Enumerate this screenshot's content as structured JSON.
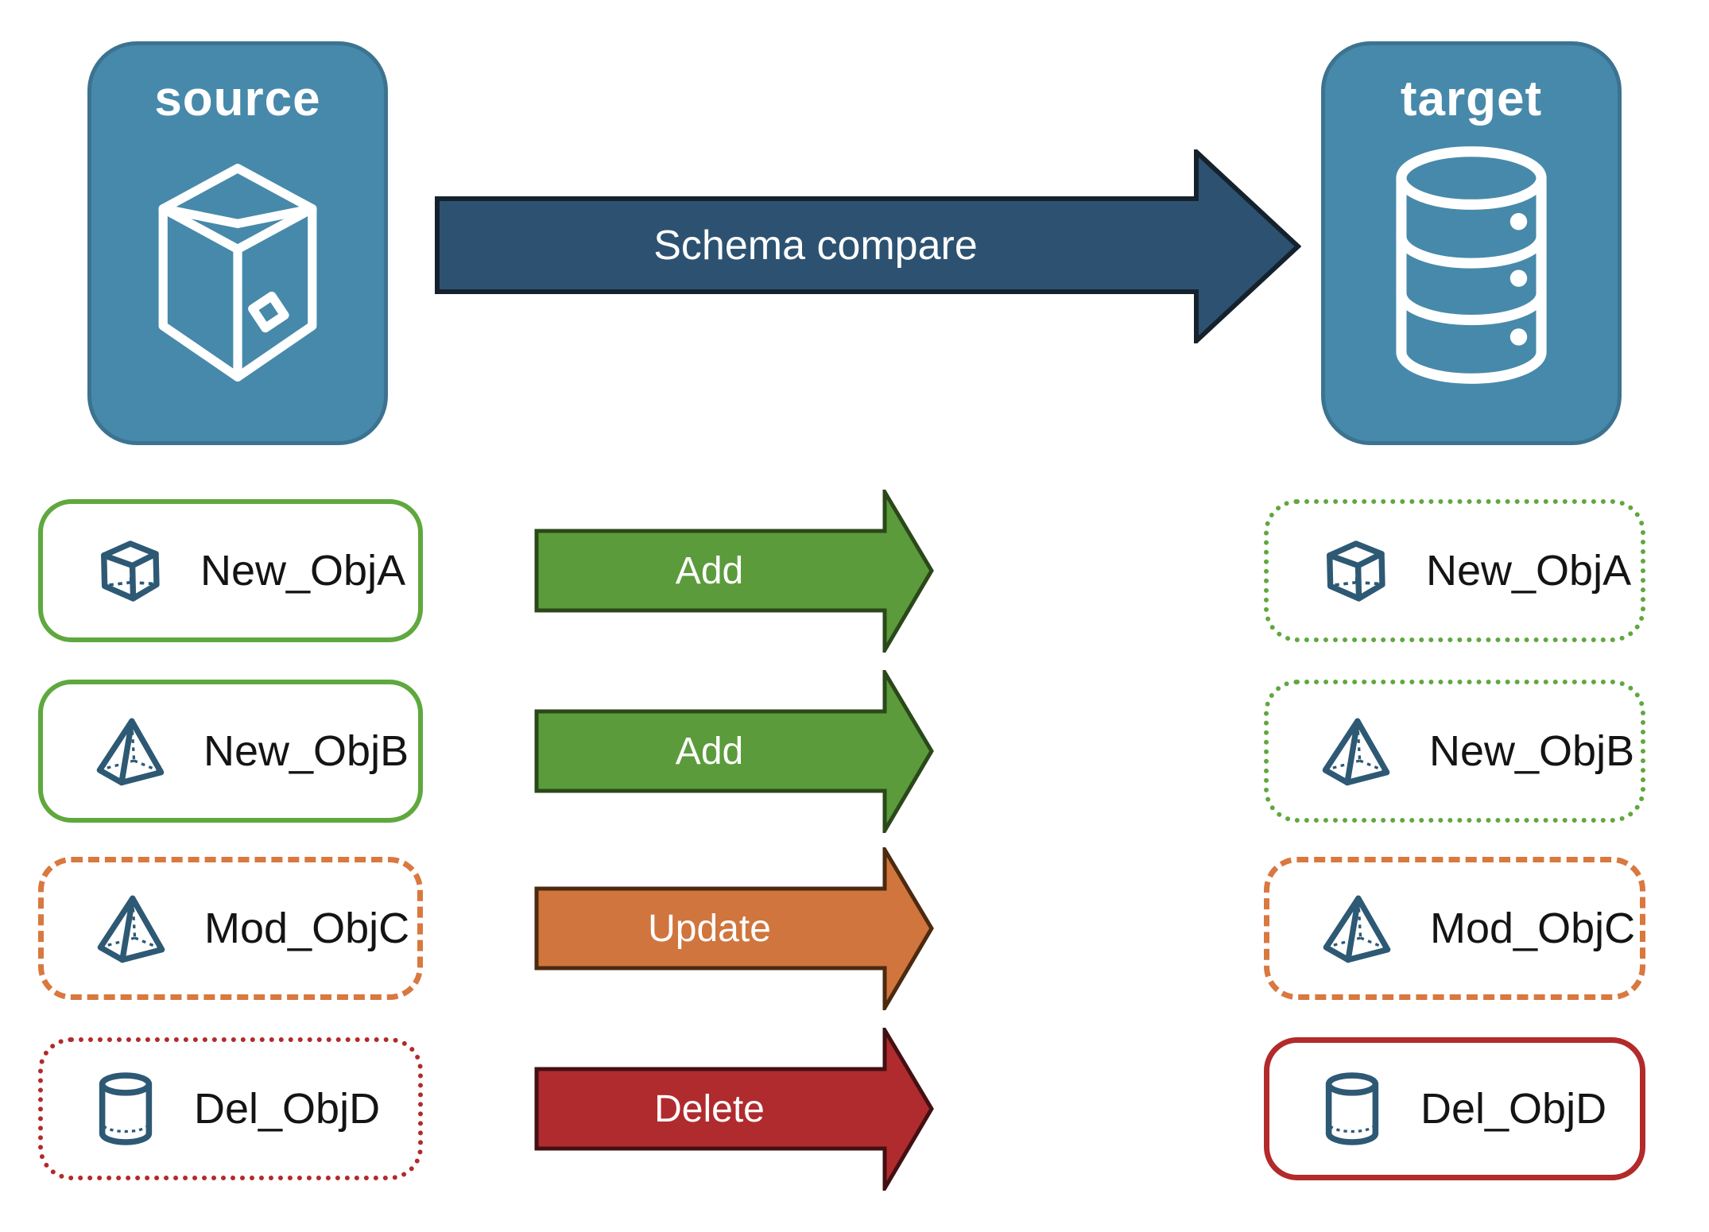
{
  "diagram": {
    "source_node": {
      "label": "source",
      "icon": "package-box-icon",
      "fill": "#4789aa"
    },
    "target_node": {
      "label": "target",
      "icon": "database-icon",
      "fill": "#4789aa"
    },
    "compare_arrow": {
      "label": "Schema compare",
      "fill": "#2d5271"
    },
    "rows": [
      {
        "action": "Add",
        "arrow_color": "#5b9b3b",
        "left": {
          "label": "New_ObjA",
          "icon": "cube-icon",
          "border_style": "solid",
          "border_color": "#5fa83e"
        },
        "right": {
          "label": "New_ObjA",
          "icon": "cube-icon",
          "border_style": "dotted",
          "border_color": "#5fa83e"
        }
      },
      {
        "action": "Add",
        "arrow_color": "#5b9b3b",
        "left": {
          "label": "New_ObjB",
          "icon": "pyramid-icon",
          "border_style": "solid",
          "border_color": "#5fa83e"
        },
        "right": {
          "label": "New_ObjB",
          "icon": "pyramid-icon",
          "border_style": "dotted",
          "border_color": "#5fa83e"
        }
      },
      {
        "action": "Update",
        "arrow_color": "#d0753d",
        "left": {
          "label": "Mod_ObjC",
          "icon": "pyramid-icon",
          "border_style": "dashed",
          "border_color": "#d9783f"
        },
        "right": {
          "label": "Mod_ObjC",
          "icon": "pyramid-icon",
          "border_style": "dashed",
          "border_color": "#d9783f"
        }
      },
      {
        "action": "Delete",
        "arrow_color": "#b02b2e",
        "left": {
          "label": "Del_ObjD",
          "icon": "cylinder-icon",
          "border_style": "dotted",
          "border_color": "#b22a2a"
        },
        "right": {
          "label": "Del_ObjD",
          "icon": "cylinder-icon",
          "border_style": "solid",
          "border_color": "#b22a2a"
        }
      }
    ],
    "icon_color": "#2e5975"
  }
}
